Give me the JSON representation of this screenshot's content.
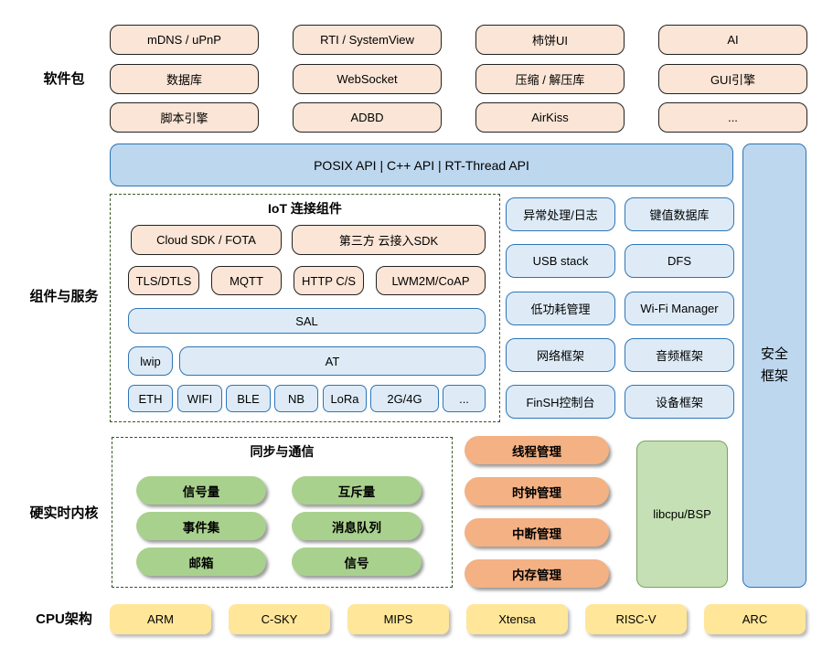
{
  "colors": {
    "package_fill": "#FBE5D6",
    "api_fill": "#BDD7EE",
    "service_fill": "#DEEBF7",
    "service_border": "#2E75B6",
    "kernel_green": "#A9D18E",
    "kernel_orange": "#F4B183",
    "libcpu_fill": "#C5E0B4",
    "arch_fill": "#FFE699",
    "group_border": "#375623"
  },
  "section_labels": {
    "software_packages": "软件包",
    "components_services": "组件与服务",
    "realtime_kernel": "硬实时内核",
    "cpu_architecture": "CPU架构"
  },
  "software_packages": {
    "rows": [
      [
        "mDNS / uPnP",
        "RTI / SystemView",
        "柿饼UI",
        "AI"
      ],
      [
        "数据库",
        "WebSocket",
        "压缩 / 解压库",
        "GUI引擎"
      ],
      [
        "脚本引擎",
        "ADBD",
        "AirKiss",
        "..."
      ]
    ]
  },
  "api_banner": {
    "label": "POSIX API | C++ API | RT-Thread API"
  },
  "security_framework": {
    "line1": "安全",
    "line2": "框架"
  },
  "iot": {
    "title": "IoT 连接组件",
    "cloud_row": [
      "Cloud SDK / FOTA",
      "第三方 云接入SDK"
    ],
    "protocol_row": [
      "TLS/DTLS",
      "MQTT",
      "HTTP C/S",
      "LWM2M/CoAP"
    ],
    "sal": "SAL",
    "lwip": "lwip",
    "at": "AT",
    "link_row": [
      "ETH",
      "WIFI",
      "BLE",
      "NB",
      "LoRa",
      "2G/4G",
      "..."
    ]
  },
  "services": {
    "rows": [
      [
        "异常处理/日志",
        "键值数据库"
      ],
      [
        "USB stack",
        "DFS"
      ],
      [
        "低功耗管理",
        "Wi-Fi Manager"
      ],
      [
        "网络框架",
        "音频框架"
      ],
      [
        "FinSH控制台",
        "设备框架"
      ]
    ]
  },
  "kernel": {
    "sync_title": "同步与通信",
    "sync_rows": [
      [
        "信号量",
        "互斥量"
      ],
      [
        "事件集",
        "消息队列"
      ],
      [
        "邮箱",
        "信号"
      ]
    ],
    "management": [
      "线程管理",
      "时钟管理",
      "中断管理",
      "内存管理"
    ],
    "libcpu": "libcpu/BSP"
  },
  "cpu_architectures": [
    "ARM",
    "C-SKY",
    "MIPS",
    "Xtensa",
    "RISC-V",
    "ARC"
  ]
}
